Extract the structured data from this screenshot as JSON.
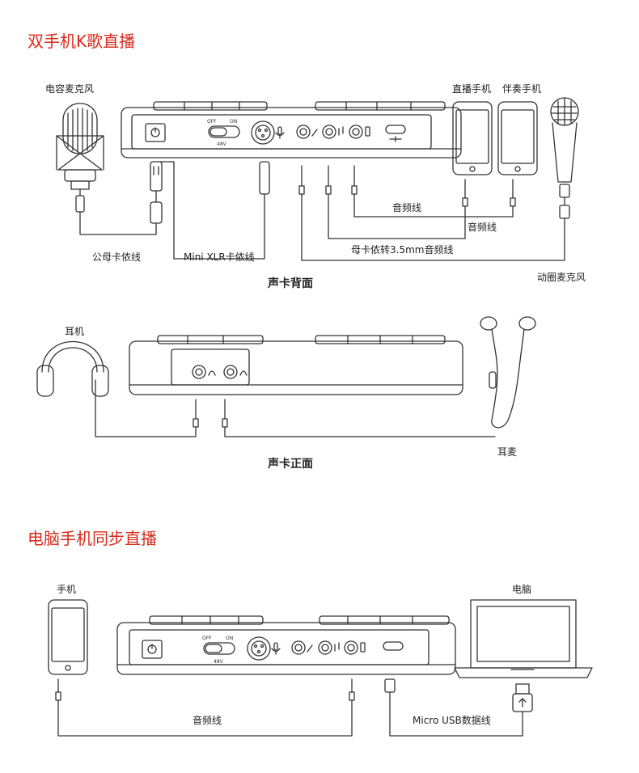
{
  "section1": {
    "title": "双手机K歌直播",
    "labels": {
      "condenser_mic": "电容麦克风",
      "live_phone": "直播手机",
      "accomp_phone": "伴奏手机",
      "audio_cable_1": "音频线",
      "audio_cable_2": "音频线",
      "female_cable": "母卡侬转3.5mm音频线",
      "male_female_cable": "公母卡侬线",
      "mini_xlr_cable": "Mini XLR卡侬线",
      "dynamic_mic": "动圈麦克风"
    },
    "caption": "声卡背面"
  },
  "section2": {
    "labels": {
      "headphones": "耳机",
      "earphones": "耳麦"
    },
    "caption": "声卡正面"
  },
  "section3": {
    "title": "电脑手机同步直播",
    "labels": {
      "phone": "手机",
      "computer": "电脑",
      "audio_cable": "音频线",
      "usb_cable": "Micro USB数据线"
    }
  },
  "panel_text": {
    "off": "OFF",
    "on": "ON",
    "phantom": "48V"
  },
  "colors": {
    "title_red": "#d9291c",
    "line": "#333333"
  }
}
